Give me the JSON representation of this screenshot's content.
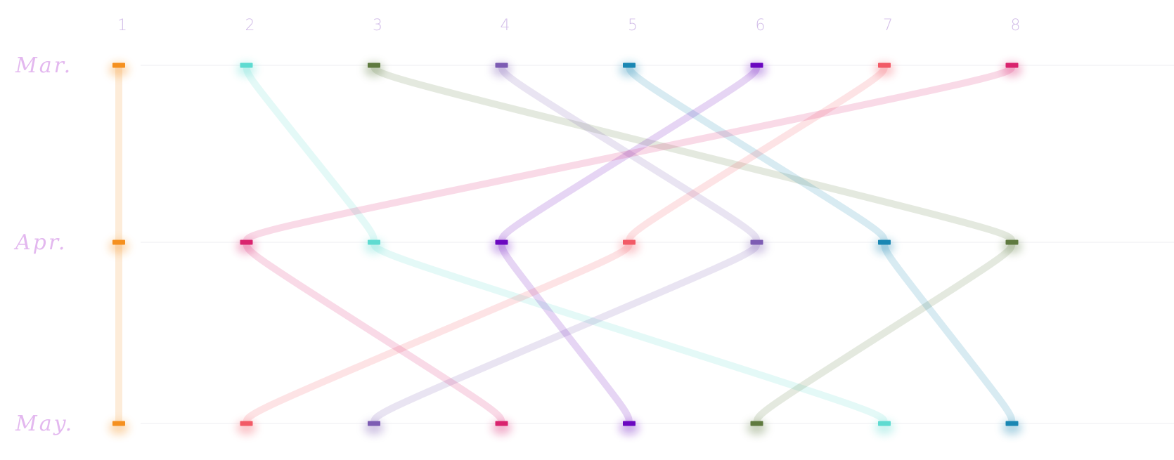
{
  "chart_data": {
    "type": "line",
    "subtype": "rank-bump",
    "title": "",
    "xlabel": "",
    "ylabel": "",
    "ranks": [
      "1",
      "2",
      "3",
      "4",
      "5",
      "6",
      "7",
      "8"
    ],
    "periods": [
      "Mar.",
      "Apr.",
      "May."
    ],
    "label_color": "#e3b8ef",
    "rank_label_color": "#d2bde8",
    "grid": "horizontal",
    "series": [
      {
        "color": "#f5901f",
        "ranks": [
          1,
          1,
          1
        ]
      },
      {
        "color": "#5edbd1",
        "ranks": [
          2,
          3,
          7
        ]
      },
      {
        "color": "#5f7a3f",
        "ranks": [
          3,
          8,
          6
        ]
      },
      {
        "color": "#7d5cb3",
        "ranks": [
          4,
          6,
          3
        ]
      },
      {
        "color": "#1a87b3",
        "ranks": [
          5,
          7,
          8
        ]
      },
      {
        "color": "#6b08c0",
        "ranks": [
          6,
          4,
          5
        ]
      },
      {
        "color": "#f25a66",
        "ranks": [
          7,
          5,
          2
        ]
      },
      {
        "color": "#d9236e",
        "ranks": [
          8,
          2,
          4
        ]
      }
    ]
  }
}
